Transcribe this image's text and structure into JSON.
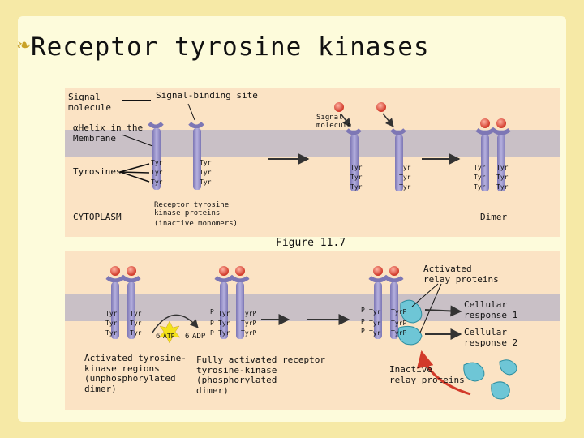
{
  "slide": {
    "title": "Receptor tyrosine kinases",
    "bullet_icon": "fancy-bullet-icon"
  },
  "figure": {
    "caption": "Figure 11.7",
    "top": {
      "signal_molecule": "Signal\nmolecule",
      "signal_binding_site": "Signal-binding site",
      "signal_molecule_small": "Signal\nmolecule",
      "alpha_helix": "αHelix in the\nMembrane",
      "tyrosines": "Tyrosines",
      "cytoplasm": "CYTOPLASM",
      "receptor_proteins": "Receptor tyrosine\nkinase proteins",
      "inactive_monomers": "(inactive monomers)",
      "dimer": "Dimer"
    },
    "bottom": {
      "activated_relay": "Activated\nrelay proteins",
      "cellular_response_1": "Cellular\nresponse 1",
      "cellular_response_2": "Cellular\nresponse 2",
      "activated_regions": "Activated tyrosine-\nkinase regions\n(unphosphorylated\ndimer)",
      "fully_activated": "Fully activated receptor\ntyrosine-kinase\n(phosphorylated\ndimer)",
      "inactive_relay": "Inactive\nrelay proteins",
      "atp": "ATP",
      "adp": "ADP",
      "six_a": "6",
      "six_b": "6"
    },
    "tyr_label": "Tyr",
    "p_label": "P",
    "tyrp_label": "TyrP"
  },
  "colors": {
    "background": "#f6e9a6",
    "panel": "#fbe3c4",
    "membrane": "#c9c0c6",
    "receptor": "#9b95c9",
    "signal_molecule": "#e0584a",
    "relay_protein": "#6ec6d6",
    "arrow_red": "#d23a2a",
    "atp_star": "#f4e21a"
  }
}
